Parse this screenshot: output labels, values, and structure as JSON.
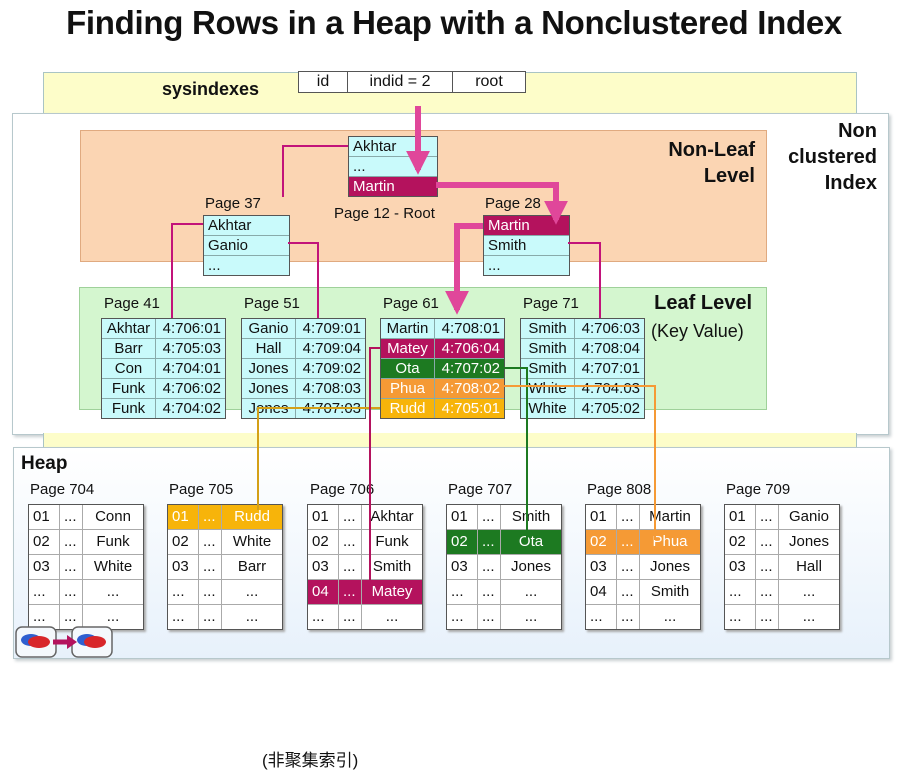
{
  "title": "Finding Rows in a Heap with a Nonclustered Index",
  "sysindexes": {
    "label": "sysindexes",
    "columns": [
      "id",
      "indid = 2",
      "root"
    ]
  },
  "labels": {
    "non_clustered": [
      "Non",
      "clustered",
      "Index"
    ],
    "non_leaf": [
      "Non-Leaf",
      "Level"
    ],
    "leaf_level": "Leaf Level",
    "key_value": "(Key Value)",
    "heap": "Heap",
    "root_caption": "Page 12 - Root"
  },
  "root_page": {
    "rows": [
      "Akhtar",
      "...",
      "Martin"
    ]
  },
  "nonleaf_pages": [
    {
      "name": "Page 37",
      "rows": [
        "Akhtar",
        "Ganio",
        "..."
      ]
    },
    {
      "name": "Page 28",
      "rows": [
        "Martin",
        "Smith",
        "..."
      ]
    }
  ],
  "leaf_pages": [
    {
      "name": "Page 41",
      "rows": [
        [
          "Akhtar",
          "4:706:01"
        ],
        [
          "Barr",
          "4:705:03"
        ],
        [
          "Con",
          "4:704:01"
        ],
        [
          "Funk",
          "4:706:02"
        ],
        [
          "Funk",
          "4:704:02"
        ]
      ]
    },
    {
      "name": "Page 51",
      "rows": [
        [
          "Ganio",
          "4:709:01"
        ],
        [
          "Hall",
          "4:709:04"
        ],
        [
          "Jones",
          "4:709:02"
        ],
        [
          "Jones",
          "4:708:03"
        ],
        [
          "Jones",
          "4:707:03"
        ]
      ]
    },
    {
      "name": "Page 61",
      "rows": [
        [
          "Martin",
          "4:708:01"
        ],
        [
          "Matey",
          "4:706:04"
        ],
        [
          "Ota",
          "4:707:02"
        ],
        [
          "Phua",
          "4:708:02"
        ],
        [
          "Rudd",
          "4:705:01"
        ]
      ]
    },
    {
      "name": "Page 71",
      "rows": [
        [
          "Smith",
          "4:706:03"
        ],
        [
          "Smith",
          "4:708:04"
        ],
        [
          "Smith",
          "4:707:01"
        ],
        [
          "White",
          "4:704:03"
        ],
        [
          "White",
          "4:705:02"
        ]
      ]
    }
  ],
  "heap_pages": [
    {
      "name": "Page 704",
      "rows": [
        [
          "01",
          "...",
          "Conn"
        ],
        [
          "02",
          "...",
          "Funk"
        ],
        [
          "03",
          "...",
          "White"
        ],
        [
          "...",
          "...",
          "..."
        ],
        [
          "...",
          "...",
          "..."
        ]
      ]
    },
    {
      "name": "Page 705",
      "rows": [
        [
          "01",
          "...",
          "Rudd"
        ],
        [
          "02",
          "...",
          "White"
        ],
        [
          "03",
          "...",
          "Barr"
        ],
        [
          "...",
          "...",
          "..."
        ],
        [
          "...",
          "...",
          "..."
        ]
      ]
    },
    {
      "name": "Page 706",
      "rows": [
        [
          "01",
          "...",
          "Akhtar"
        ],
        [
          "02",
          "...",
          "Funk"
        ],
        [
          "03",
          "...",
          "Smith"
        ],
        [
          "04",
          "...",
          "Matey"
        ],
        [
          "...",
          "...",
          "..."
        ]
      ]
    },
    {
      "name": "Page 707",
      "rows": [
        [
          "01",
          "...",
          "Smith"
        ],
        [
          "02",
          "...",
          "Ota"
        ],
        [
          "03",
          "...",
          "Jones"
        ],
        [
          "...",
          "...",
          "..."
        ],
        [
          "...",
          "...",
          "..."
        ]
      ]
    },
    {
      "name": "Page 808",
      "rows": [
        [
          "01",
          "...",
          "Martin"
        ],
        [
          "02",
          "...",
          "Phua"
        ],
        [
          "03",
          "...",
          "Jones"
        ],
        [
          "04",
          "...",
          "Smith"
        ],
        [
          "...",
          "...",
          "..."
        ]
      ]
    },
    {
      "name": "Page 709",
      "rows": [
        [
          "01",
          "...",
          "Ganio"
        ],
        [
          "02",
          "...",
          "Jones"
        ],
        [
          "03",
          "...",
          "Hall"
        ],
        [
          "...",
          "...",
          "..."
        ],
        [
          "...",
          "...",
          "..."
        ]
      ]
    }
  ],
  "caption": "(非聚集索引)",
  "colors": {
    "magenta": "#b4125d",
    "green": "#1d7a21",
    "orange": "#f59a35",
    "yellow": "#f7b40a",
    "page_cell": "#c9fafb",
    "non_leaf_band": "#fbd5b3",
    "leaf_band": "#d4f6cf",
    "sysindexes_band": "#fdfdc9"
  }
}
